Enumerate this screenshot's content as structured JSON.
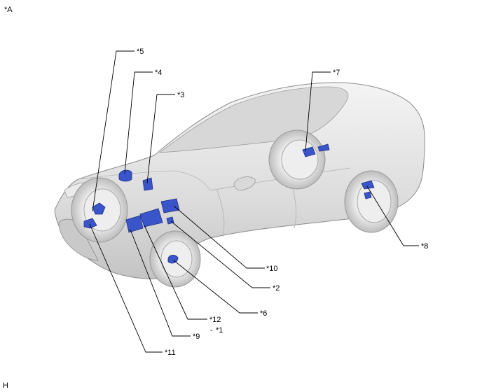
{
  "view_label": "*A",
  "corner_label": "H",
  "callouts": {
    "c1": "*1",
    "c1_dash": "-",
    "c2": "*2",
    "c3": "*3",
    "c4": "*4",
    "c5": "*5",
    "c6": "*6",
    "c7": "*7",
    "c8": "*8",
    "c9": "*9",
    "c10": "*10",
    "c11": "*11",
    "c12": "*12"
  },
  "colors": {
    "highlight_part": "#3a55c9",
    "car_body": "#e6e6e6",
    "leader_line": "#000000"
  }
}
